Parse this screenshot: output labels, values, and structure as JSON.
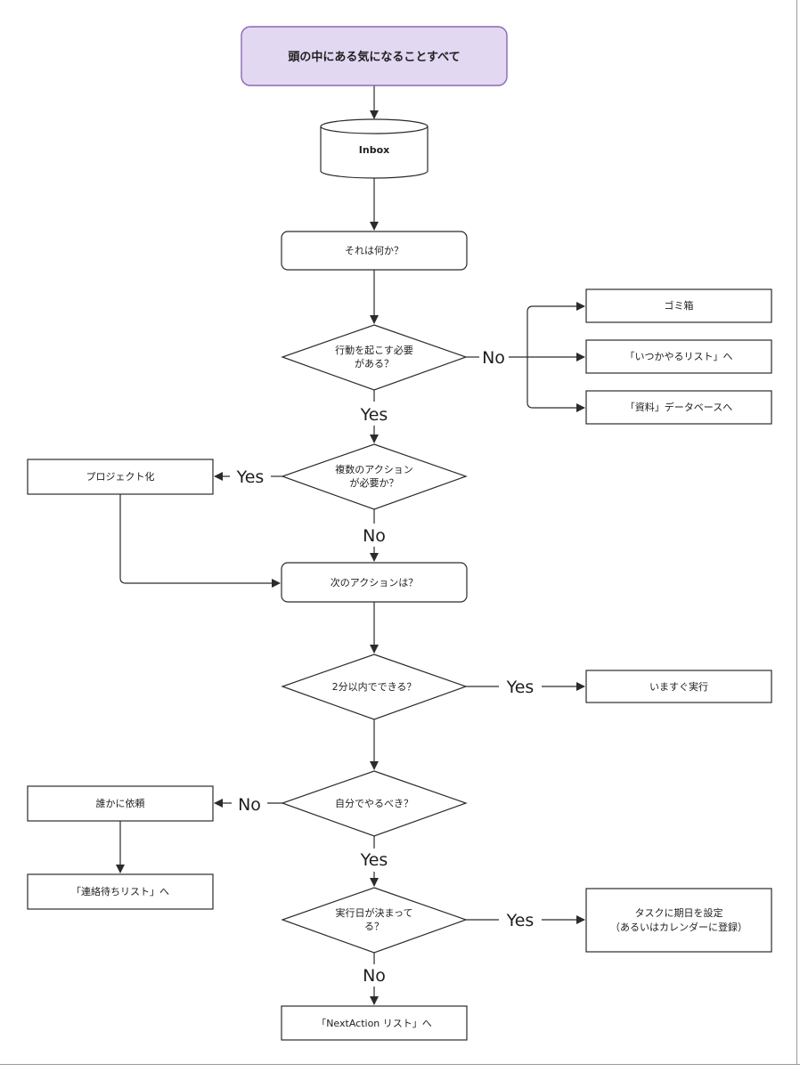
{
  "nodes": {
    "start": "頭の中にある気になることすべて",
    "inbox": "Inbox",
    "what": "それは何か？",
    "action_l1": "行動を起こす必要",
    "action_l2": "がある？",
    "trash": "ゴミ箱",
    "someday": "「いつかやるリスト」へ",
    "reference": "「資料」データベースへ",
    "multi_l1": "複数のアクション",
    "multi_l2": "が必要か？",
    "project": "プロジェクト化",
    "next": "次のアクションは？",
    "two_min": "2分以内でできる？",
    "do_now": "いますぐ実行",
    "self": "自分でやるべき？",
    "delegate": "誰かに依頼",
    "waiting": "「連絡待ちリスト」へ",
    "date_l1": "実行日が決まって",
    "date_l2": "る？",
    "calendar_l1": "タスクに期日を設定",
    "calendar_l2": "（あるいはカレンダーに登録）",
    "next_list": "「NextAction リスト」へ"
  },
  "labels": {
    "no": "No",
    "yes": "Yes"
  },
  "colors": {
    "start_fill": "#e2d8f2",
    "start_stroke": "#8a68b3",
    "line": "#2b2b2b"
  }
}
